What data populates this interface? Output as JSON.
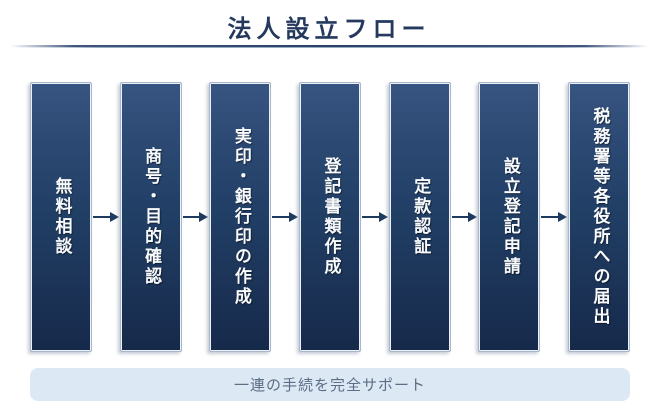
{
  "title": "法人設立フロー",
  "flow": {
    "steps": [
      {
        "label": "無料相談"
      },
      {
        "label": "商号・目的確認"
      },
      {
        "label": "実印・銀行印の作成"
      },
      {
        "label": "登記書類作成"
      },
      {
        "label": "定款認証"
      },
      {
        "label": "設立登記申請"
      },
      {
        "label": "税務署等各役所への届出"
      }
    ],
    "connector_icon": "arrow-right-icon"
  },
  "footer": {
    "support_note": "一連の手続を完全サポート"
  },
  "colors": {
    "title_text": "#25395f",
    "box_gradient_top": "#375581",
    "box_gradient_bottom": "#16294a",
    "box_border": "#a9b7cb",
    "box_text": "#f8fafc",
    "arrow": "#1f3a5f",
    "banner_background": "#dde8f5",
    "banner_text": "#5c6e85"
  }
}
